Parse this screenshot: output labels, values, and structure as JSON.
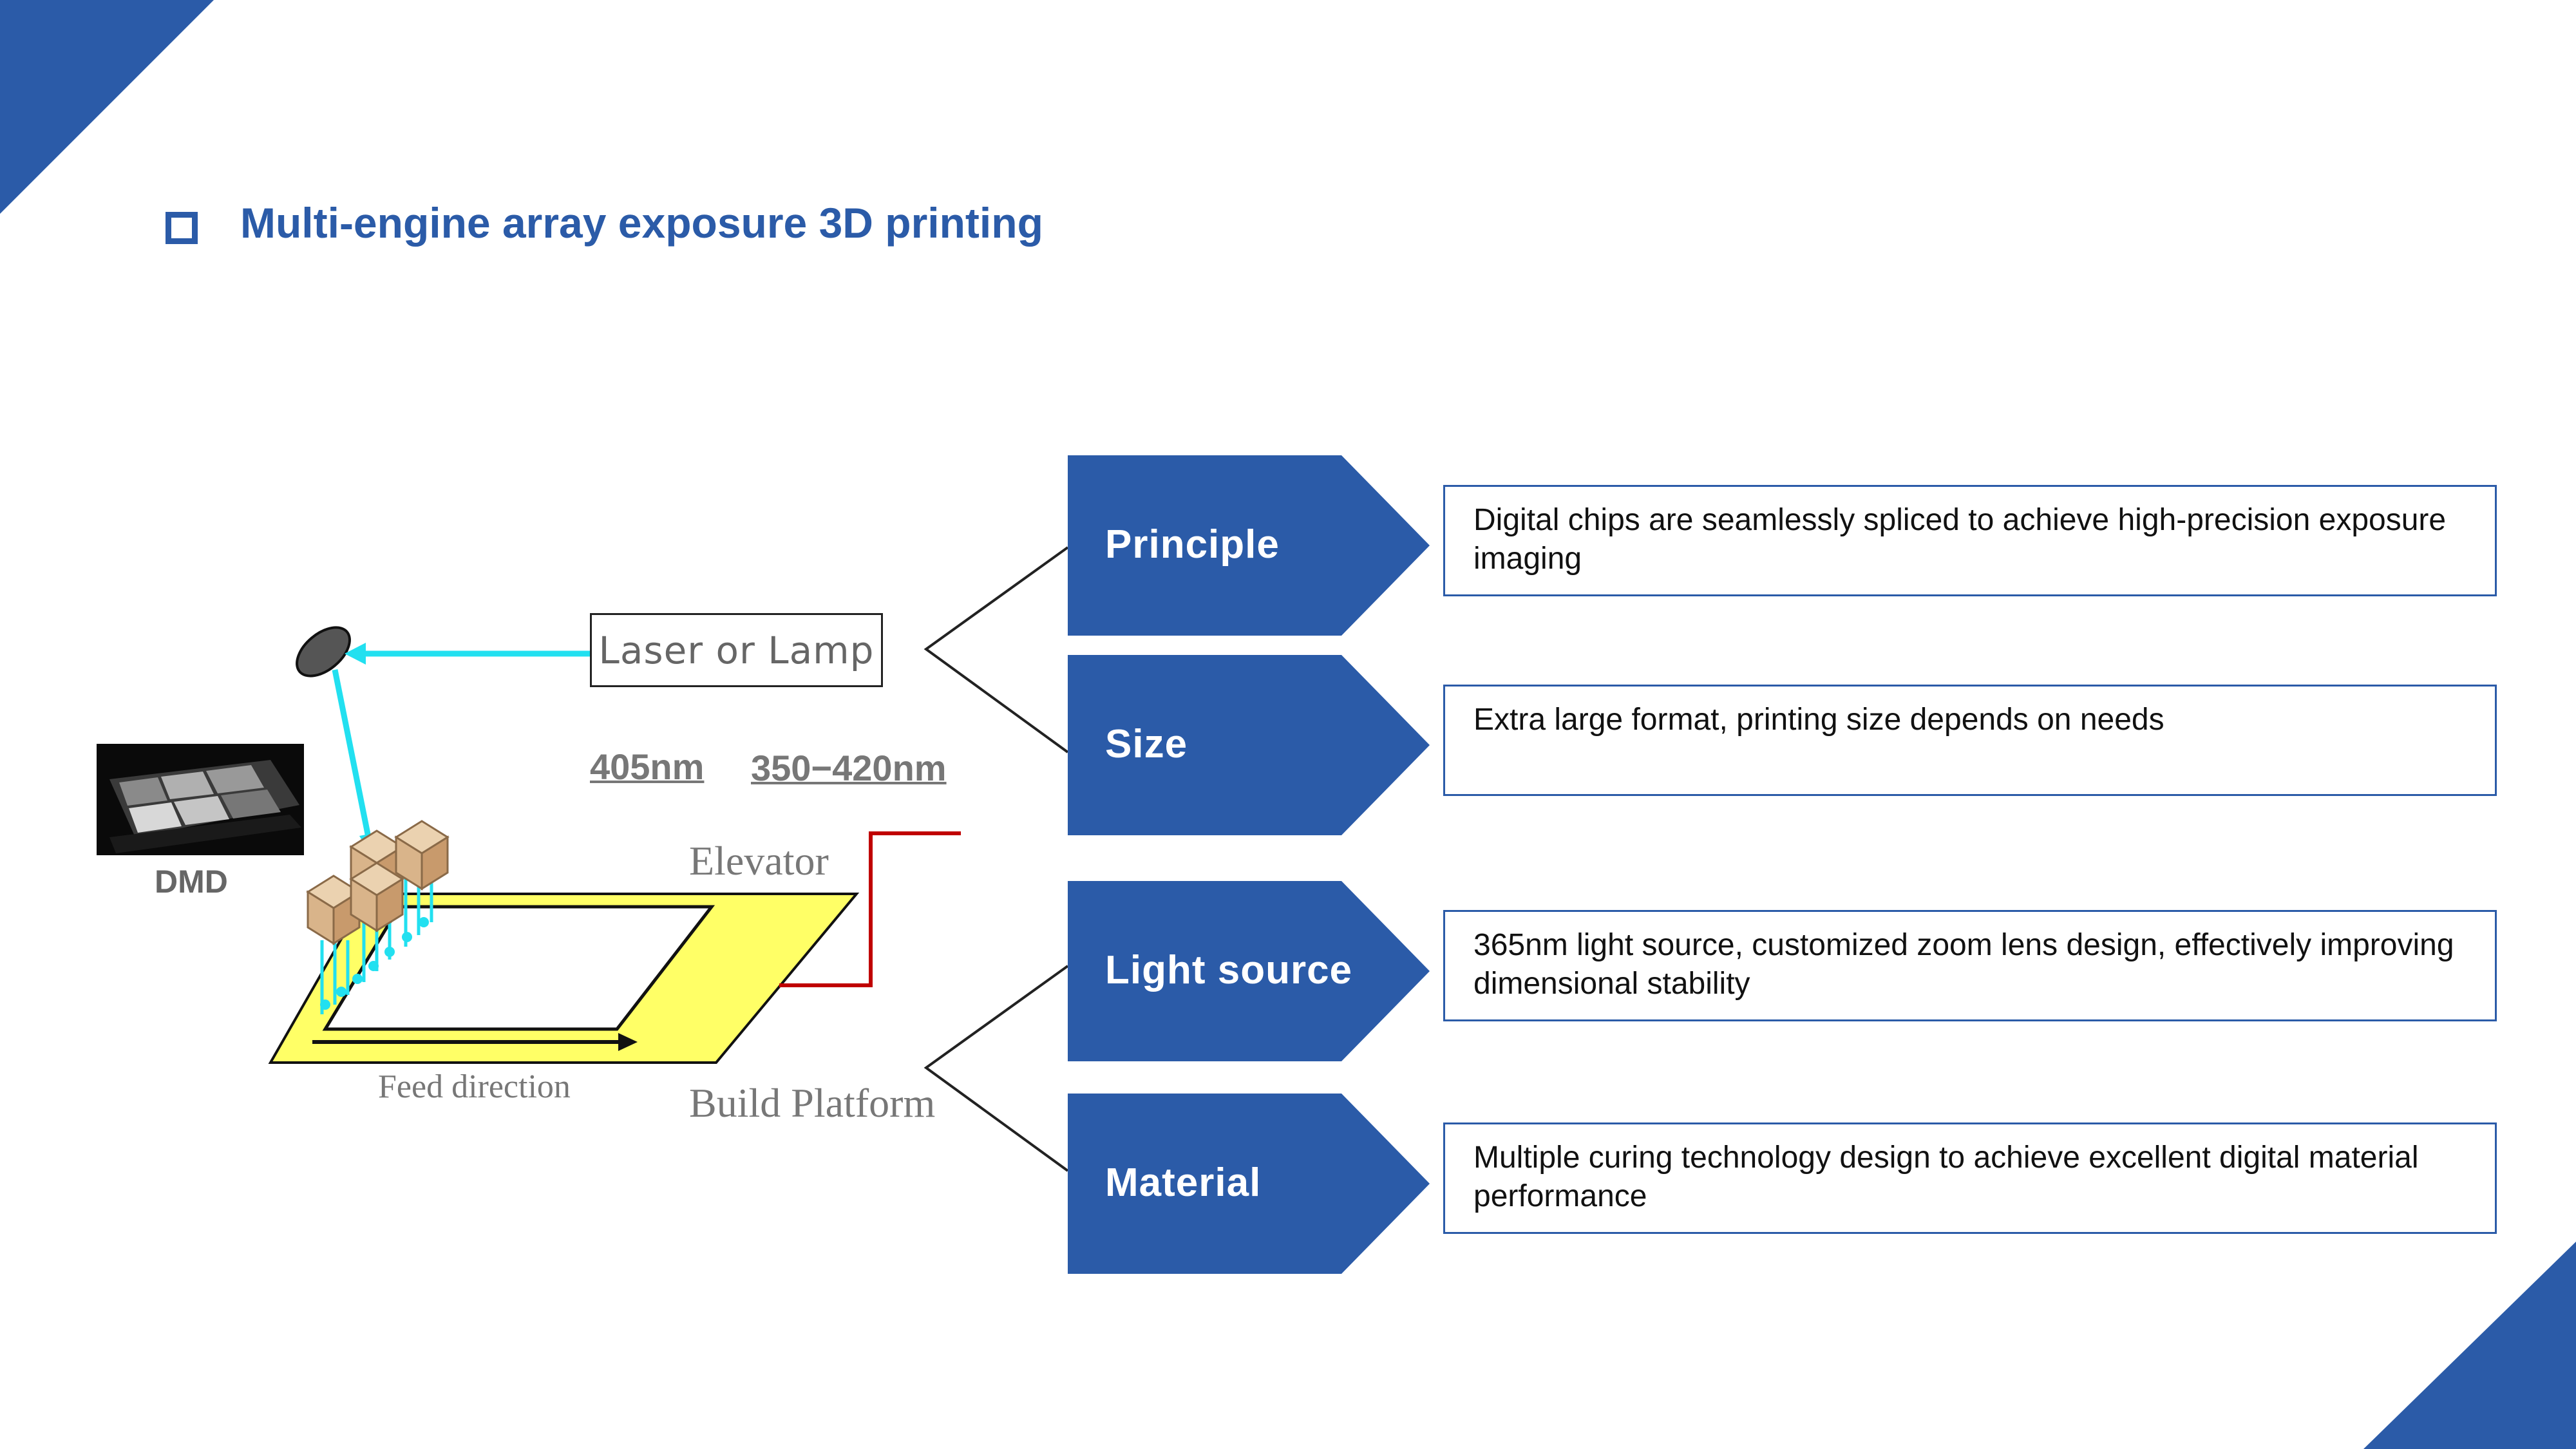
{
  "title": "Multi-engine array exposure 3D printing",
  "colors": {
    "accent": "#2B5BA8",
    "platform_yellow": "#FFFF66",
    "beam": "#22E0F0",
    "elevator_red": "#C00000"
  },
  "diagram": {
    "light_source_label": "Laser or Lamp",
    "wavelength_1": "405nm",
    "wavelength_2": "350−420nm",
    "dmd_label": "DMD",
    "elevator_label": "Elevator",
    "feed_direction_label": "Feed direction",
    "build_platform_label": "Build Platform"
  },
  "features": [
    {
      "label": "Principle",
      "description": "Digital chips are seamlessly spliced to achieve high-precision exposure imaging"
    },
    {
      "label": "Size",
      "description": "Extra large format, printing size depends on needs"
    },
    {
      "label": "Light source",
      "description": "365nm light source, customized zoom lens design, effectively improving dimensional stability"
    },
    {
      "label": "Material",
      "description": "Multiple curing technology design to achieve excellent digital material performance"
    }
  ]
}
